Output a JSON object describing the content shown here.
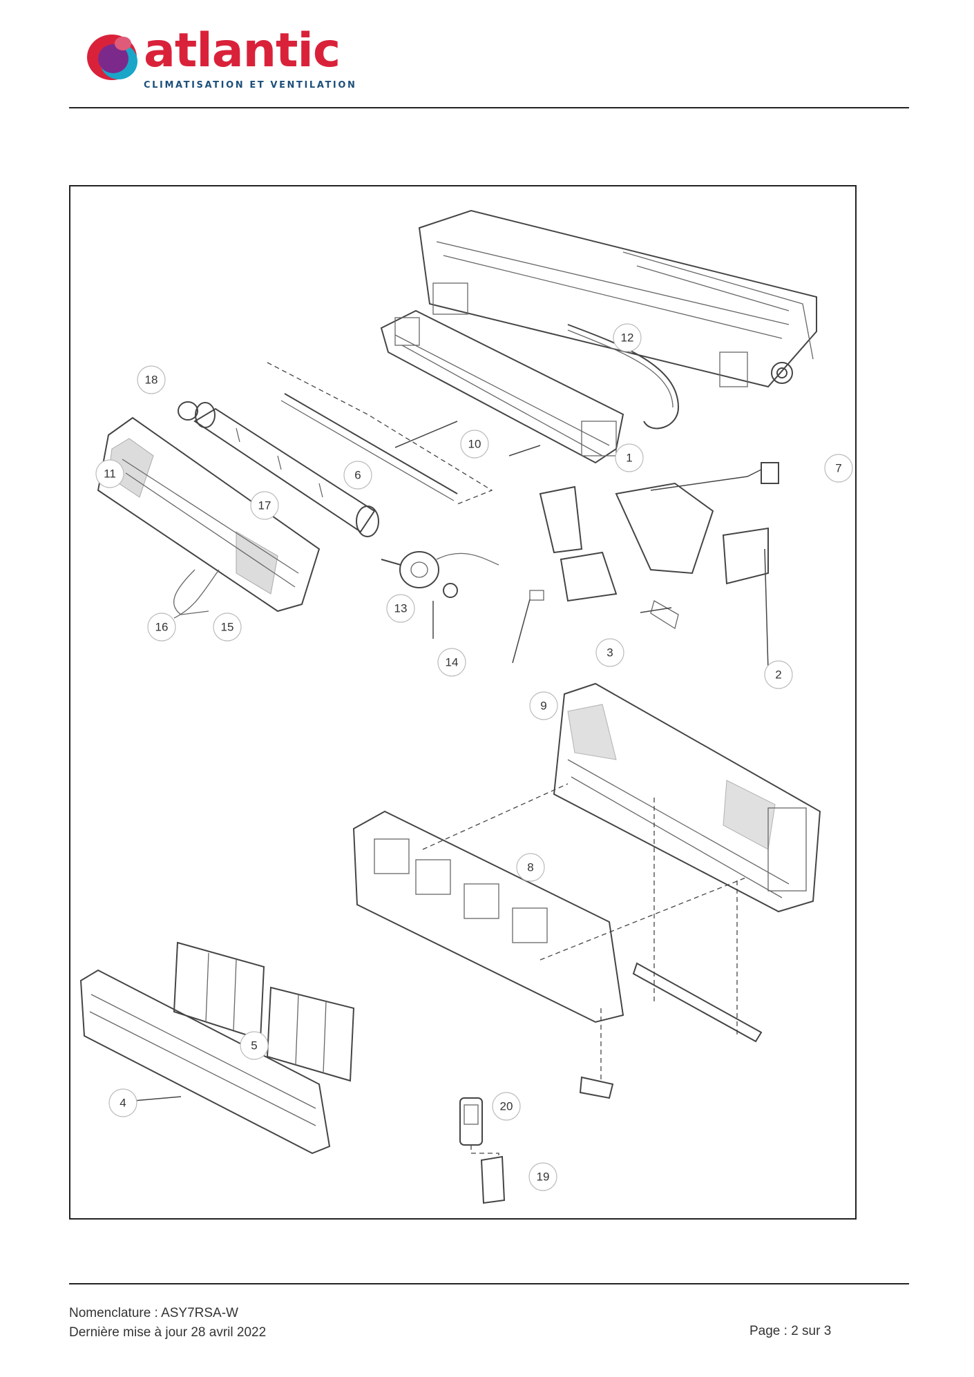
{
  "header": {
    "brand": "atlantic",
    "tagline": "CLIMATISATION ET VENTILATION"
  },
  "diagram": {
    "callouts": [
      "1",
      "2",
      "3",
      "4",
      "5",
      "6",
      "7",
      "8",
      "9",
      "10",
      "11",
      "12",
      "13",
      "14",
      "15",
      "16",
      "17",
      "18",
      "19",
      "20"
    ]
  },
  "footer": {
    "nomenclature": "Nomenclature : ASY7RSA-W",
    "updated": "Dernière mise à jour 28 avril 2022",
    "page": "Page : 2 sur 3"
  },
  "colors": {
    "brand_red": "#d9223a",
    "brand_blue": "#1d4f7a",
    "logo_purple": "#7b2a8c",
    "logo_cyan": "#19a6c9"
  }
}
